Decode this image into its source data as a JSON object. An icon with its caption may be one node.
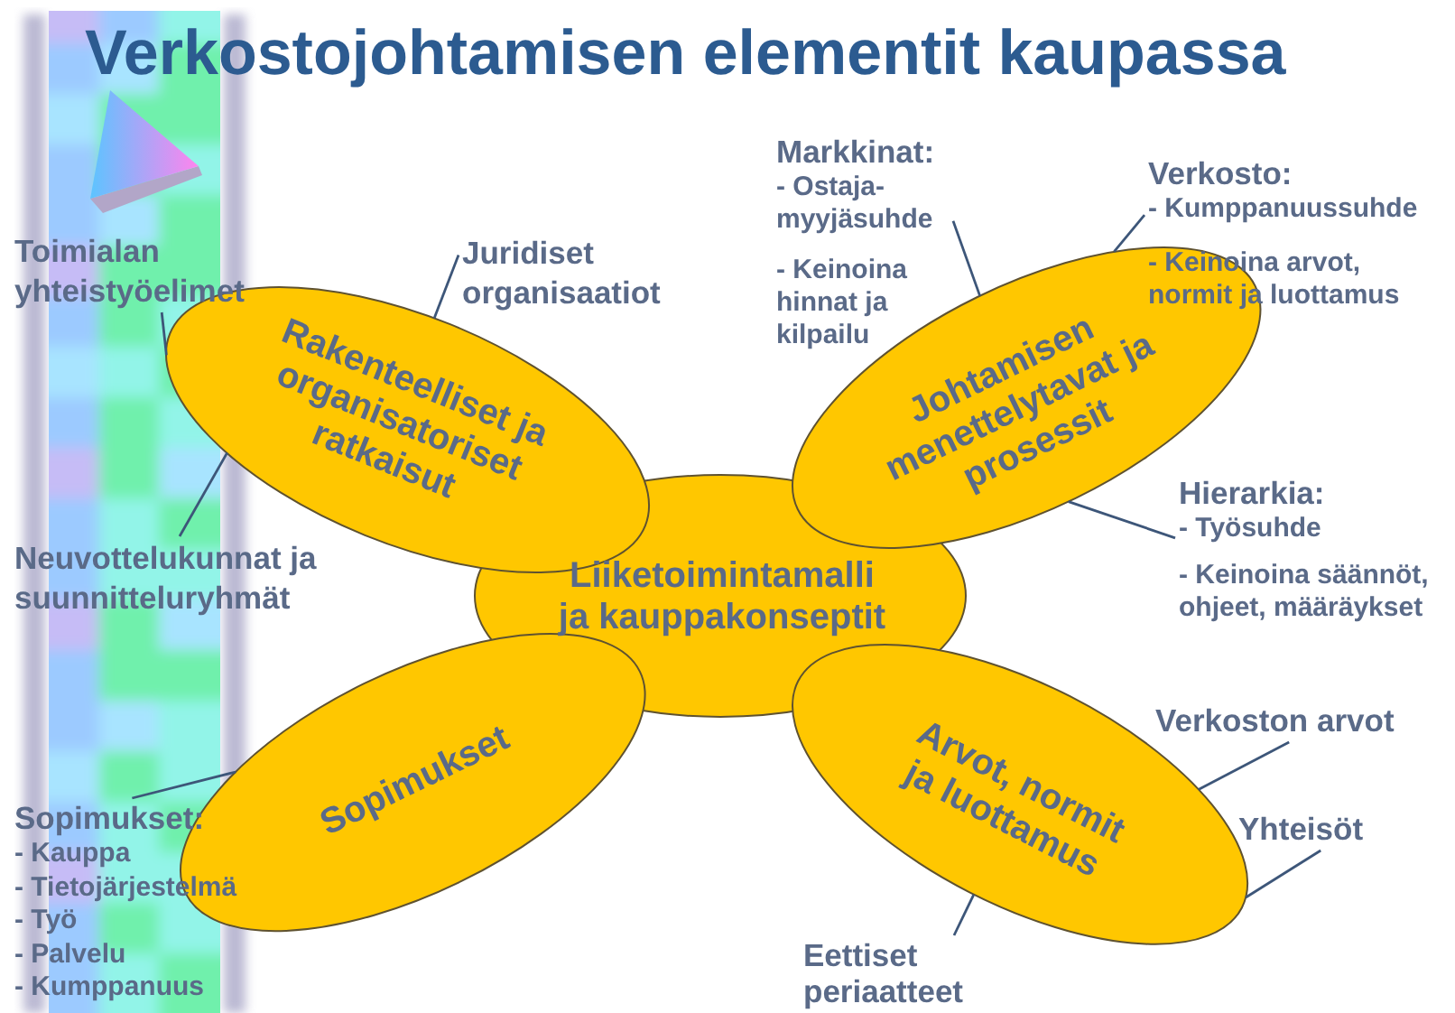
{
  "diagram": {
    "title": "Verkostojohtamisen elementit kaupassa",
    "nodes": [
      {
        "text": [
          "Markkinat:",
          "- Ostaja-myyjäsuhde",
          "- Keinoina hinnat ja kilpailu"
        ]
      },
      {
        "text": [
          "Verkosto:",
          "- Kumppanuussuhde",
          "- Keinoina arvot, normit ja luottamus"
        ]
      },
      {
        "text": [
          "Toimialan yhteistyöelimet"
        ]
      },
      {
        "text": [
          "Juridiset organisaatiot"
        ]
      },
      {
        "text": [
          "Rakenteelliset ja organisatoriset ratkaisut"
        ]
      },
      {
        "text": [
          "Johtamisen menettelytavat ja prosessit"
        ]
      },
      {
        "text": [
          "Hierarkia:",
          "- Työsuhde",
          "- Keinoina säännöt, ohjeet, määräykset"
        ]
      },
      {
        "text": [
          "Neuvottelukunnat ja suunnitteluryhmät"
        ]
      },
      {
        "text": [
          "Liiketoimintamalli ja kauppakonseptit"
        ]
      },
      {
        "text": [
          "Verkoston arvot"
        ]
      },
      {
        "text": [
          "Sopimukset"
        ]
      },
      {
        "text": [
          "Arvot, normit ja luottamus"
        ]
      },
      {
        "text": [
          "Yhteisöt"
        ]
      },
      {
        "text": [
          "Sopimukset:",
          "- Kauppa",
          "- Tietojärjestelmä",
          "- Työ",
          "- Palvelu",
          "- Kumppanuus"
        ]
      },
      {
        "text": [
          "Eettiset periaatteet"
        ]
      }
    ],
    "edges": [
      {
        "from": 2,
        "to": 4,
        "arrow": "none"
      },
      {
        "from": 3,
        "to": 4,
        "arrow": "none"
      },
      {
        "from": 7,
        "to": 4,
        "arrow": "none"
      },
      {
        "from": 0,
        "to": 5,
        "arrow": "none"
      },
      {
        "from": 1,
        "to": 5,
        "arrow": "none"
      },
      {
        "from": 6,
        "to": 5,
        "arrow": "none"
      },
      {
        "from": 9,
        "to": 11,
        "arrow": "none"
      },
      {
        "from": 12,
        "to": 11,
        "arrow": "none"
      },
      {
        "from": 14,
        "to": 11,
        "arrow": "none"
      },
      {
        "from": 13,
        "to": 10,
        "arrow": "none"
      }
    ]
  }
}
